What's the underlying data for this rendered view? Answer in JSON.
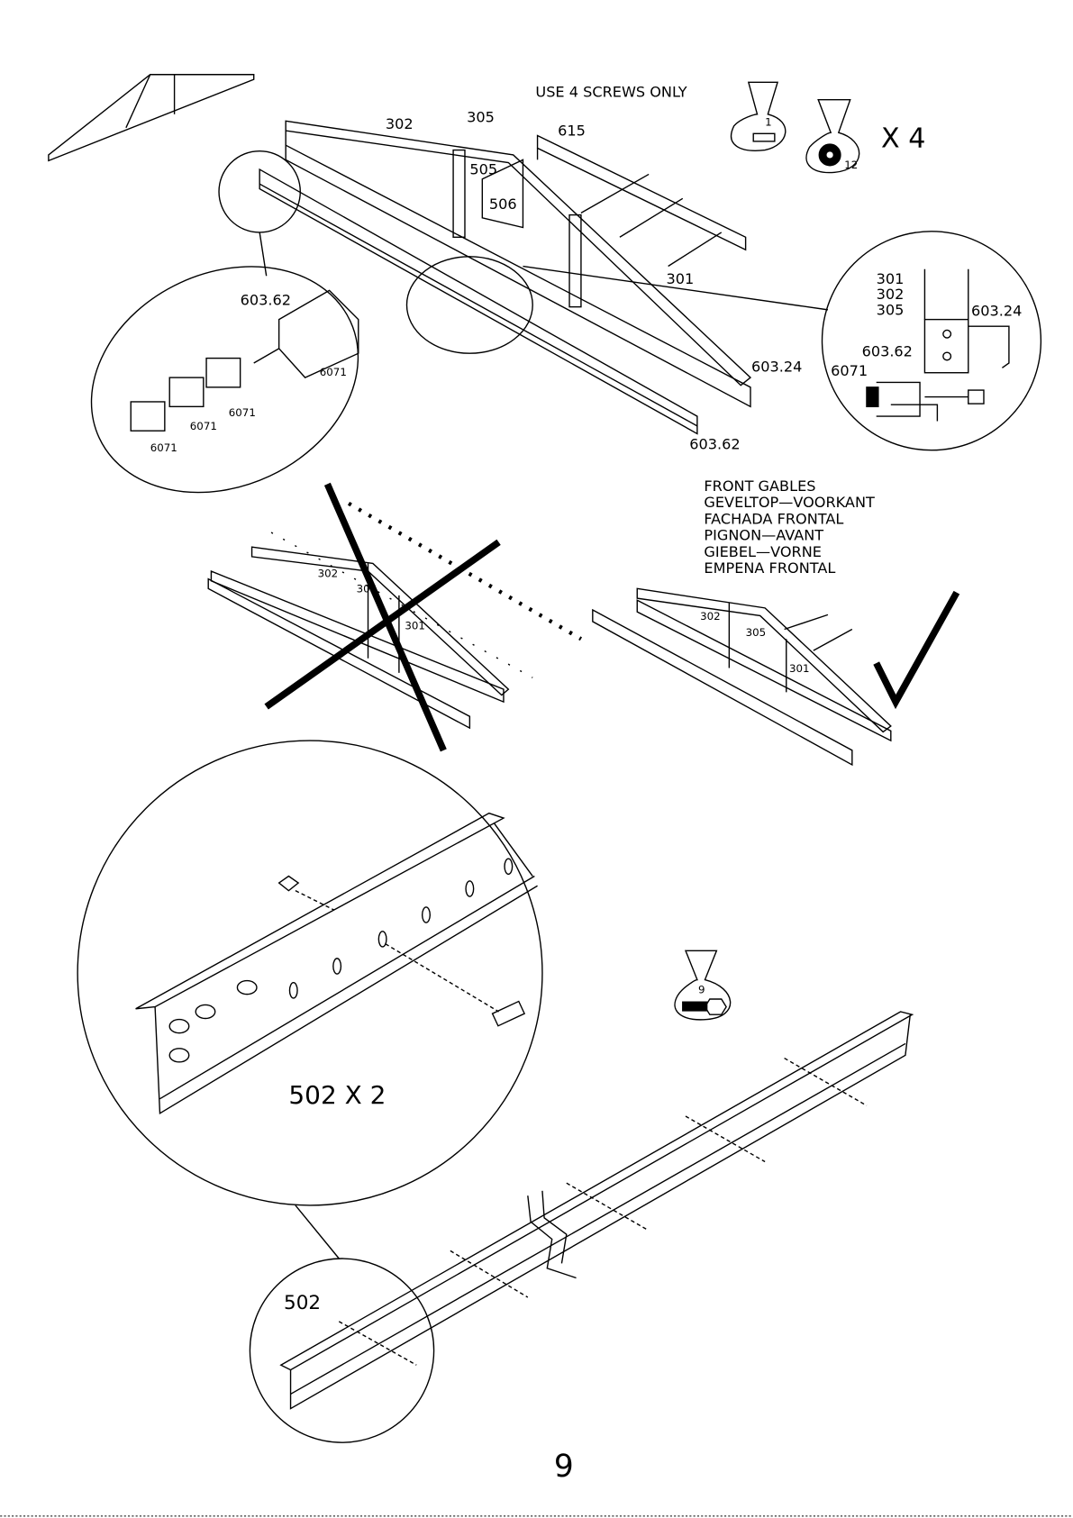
{
  "instruction": "USE 4 SCREWS ONLY",
  "hardware": {
    "bag_screw": "1",
    "bag_washer": "12",
    "multiplier": "X  4",
    "bag_bolt": "9"
  },
  "top_parts": {
    "p302": "302",
    "p305": "305",
    "p615": "615",
    "p505": "505",
    "p506": "506",
    "p301": "301",
    "p603_24": "603.24",
    "p603_62": "603.62"
  },
  "detail_left": {
    "rail": "603.62",
    "clips": [
      "6071",
      "6071",
      "6071",
      "6071"
    ]
  },
  "detail_right": {
    "parts": [
      "301",
      "302",
      "305"
    ],
    "p603_24": "603.24",
    "p603_62": "603.62",
    "p6071": "6071"
  },
  "front_gables": [
    "FRONT  GABLES",
    "GEVELTOP—VOORKANT",
    "FACHADA  FRONTAL",
    "PIGNON—AVANT",
    "GIEBEL—VORNE",
    "EMPENA  FRONTAL"
  ],
  "wrong_example": {
    "p302": "302",
    "p305": "305",
    "p301": "301"
  },
  "right_example": {
    "p302": "302",
    "p305": "305",
    "p301": "301"
  },
  "beam_detail": {
    "label": "502  X  2"
  },
  "beam_small": {
    "label": "502"
  },
  "page_number": "9"
}
